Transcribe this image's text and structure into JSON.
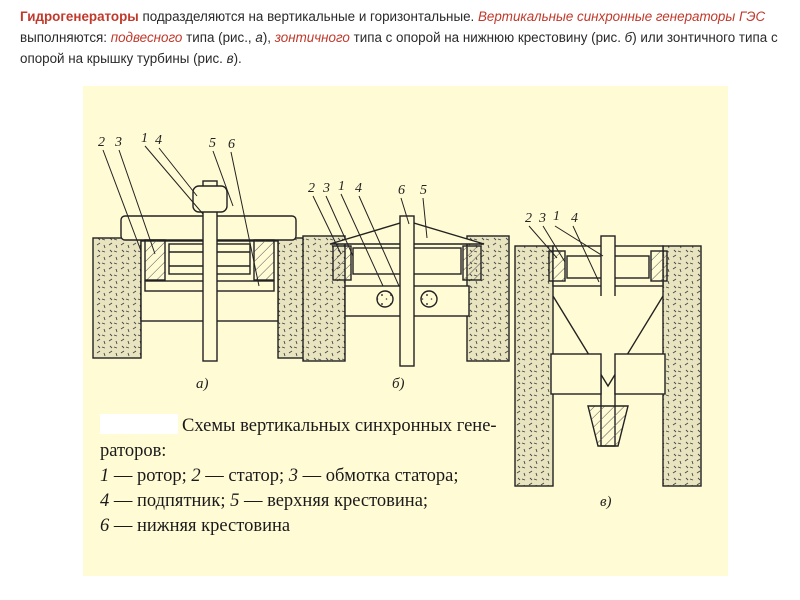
{
  "intro": {
    "s1": "Гидрогенераторы",
    "s2": " подразделяются на вертикальные и горизонтальные. ",
    "s3": "Вертикальные синхронные генераторы ГЭС",
    "s4": "выполняются: ",
    "s5": "подвесного",
    "s6": " типа (рис., ",
    "s7": "а",
    "s8": "), ",
    "s9": "зонтичного",
    "s10": " типа с опорой на нижнюю крестовину (рис. ",
    "s11": "б",
    "s12": ") или зонтичного типа с",
    "s13": "опорой на крышку турбины (рис. ",
    "s14": "в",
    "s15": ")."
  },
  "figure": {
    "labels_a": [
      "2",
      "3",
      "1",
      "4",
      "5",
      "6"
    ],
    "labels_b": [
      "2",
      "3",
      "1",
      "4",
      "6",
      "5"
    ],
    "labels_c": [
      "2",
      "3",
      "1",
      "4"
    ],
    "caption_a": "а)",
    "caption_b": "б)",
    "caption_c": "в)"
  },
  "legend": {
    "title_line1": "Схемы вертикальных синхронных гене-",
    "title_line2": "раторов:",
    "item1_num": "1",
    "item1_text": " — ротор; ",
    "item2_num": "2",
    "item2_text": " — статор; ",
    "item3_num": "3",
    "item3_text": " — обмотка статора;",
    "item4_num": "4",
    "item4_text": " — подпятник; ",
    "item5_num": "5",
    "item5_text": " — верхняя крестовина;",
    "item6_num": "6",
    "item6_text": " — нижняя крестовина"
  },
  "colors": {
    "plate_background": "#fffbd5",
    "accent_red": "#c0392b",
    "ink": "#1a1a1a"
  }
}
